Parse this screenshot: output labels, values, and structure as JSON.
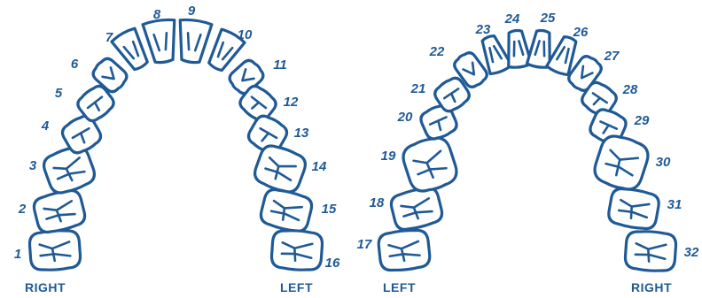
{
  "colors": {
    "ink": "#1f5a96",
    "fill": "#ffffff"
  },
  "upper_arch": {
    "labels": {
      "right": "RIGHT",
      "left": "LEFT"
    },
    "teeth": [
      "1",
      "2",
      "3",
      "4",
      "5",
      "6",
      "7",
      "8",
      "9",
      "10",
      "11",
      "12",
      "13",
      "14",
      "15",
      "16"
    ]
  },
  "lower_arch": {
    "labels": {
      "left": "LEFT",
      "right": "RIGHT"
    },
    "teeth": [
      "17",
      "18",
      "19",
      "20",
      "21",
      "22",
      "23",
      "24",
      "25",
      "26",
      "27",
      "28",
      "29",
      "30",
      "31",
      "32"
    ]
  }
}
